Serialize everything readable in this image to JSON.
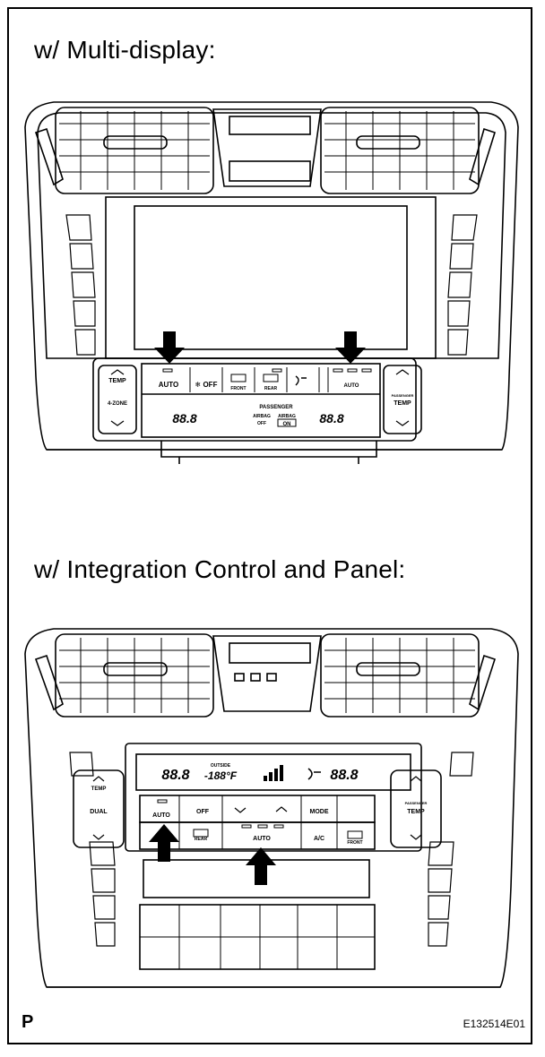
{
  "headings": {
    "multi_display": "w/ Multi-display:",
    "integration_panel": "w/ Integration Control and Panel:"
  },
  "footer": {
    "letter": "P",
    "code": "E132514E01"
  },
  "panel1": {
    "left_temp": "TEMP",
    "left_zone": "4-ZONE",
    "auto": "AUTO",
    "off": "❄ OFF",
    "front": "FRONT",
    "rear": "REAR",
    "auto_right": "AUTO",
    "right_label_top": "PASSENGER",
    "right_temp": "TEMP",
    "left_display": "88.8",
    "right_display": "88.8",
    "passenger": "PASSENGER",
    "airbag_off": "AIRBAG",
    "airbag_off2": "OFF",
    "airbag_on": "AIRBAG",
    "airbag_on_value": "ON"
  },
  "panel2": {
    "left_temp": "TEMP",
    "dual": "DUAL",
    "auto": "AUTO",
    "off": "OFF",
    "mode": "MODE",
    "rear": "REAR",
    "auto_center": "AUTO",
    "ac": "A/C",
    "front": "FRONT",
    "right_label_top": "PASSENGER",
    "right_temp": "TEMP",
    "display_left": "88.8",
    "outside": "OUTSIDE",
    "outside_value": "-188°F",
    "display_right": "88.8"
  }
}
